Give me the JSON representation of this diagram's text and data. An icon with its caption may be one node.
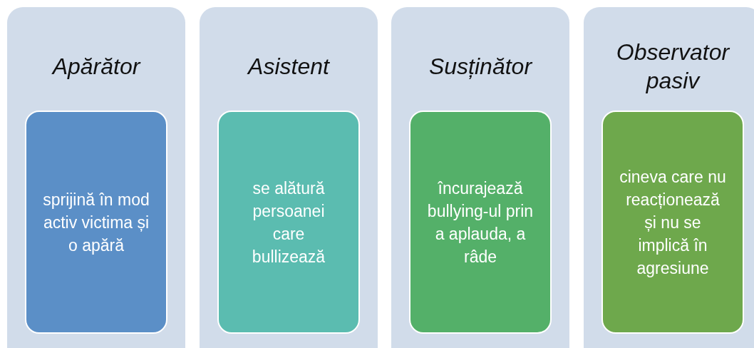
{
  "diagram": {
    "nodes": [
      {
        "text": [
          "Apărător"
        ]
      },
      {
        "text": [
          "sprijină în mod activ victima și o apără"
        ],
        "in": 0
      },
      {
        "text": [
          "Asistent"
        ]
      },
      {
        "text": [
          "se alătură persoanei care bullizează"
        ],
        "in": 2
      },
      {
        "text": [
          "Susținător"
        ]
      },
      {
        "text": [
          "încurajează bullying-ul prin a aplauda, a râde"
        ],
        "in": 4
      },
      {
        "text": [
          "Observator pasiv"
        ]
      },
      {
        "text": [
          "cineva care nu reacționează și nu se implică în agresiune"
        ],
        "in": 6
      }
    ]
  }
}
